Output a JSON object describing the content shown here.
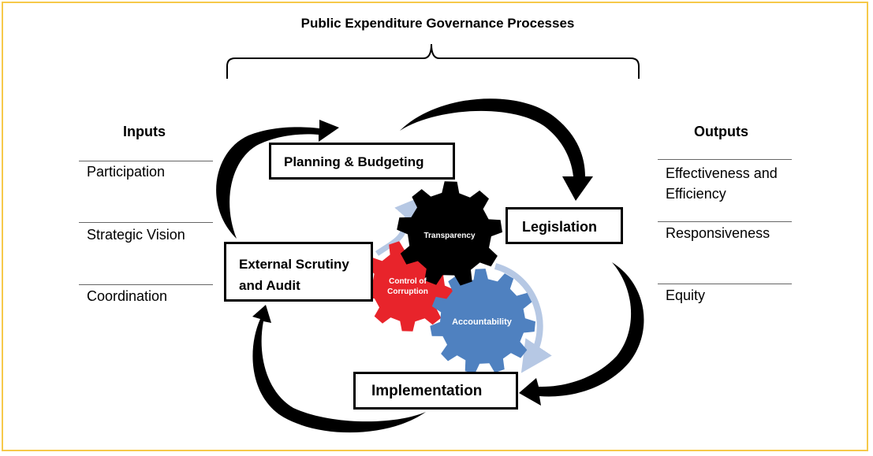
{
  "title": "Public Expenditure Governance Processes",
  "inputs": {
    "heading": "Inputs",
    "items": [
      "Participation",
      "Strategic Vision",
      "Coordination"
    ]
  },
  "outputs": {
    "heading": "Outputs",
    "items": [
      "Effectiveness and Efficiency",
      "Responsiveness",
      "Equity"
    ]
  },
  "processes": {
    "planning": "Planning & Budgeting",
    "legislation": "Legislation",
    "implementation": "Implementation",
    "audit_line1": "External Scrutiny",
    "audit_line2": "and Audit"
  },
  "gears": {
    "transparency": "Transparency",
    "corruption_line1": "Control of",
    "corruption_line2": "Corruption",
    "accountability": "Accountability"
  },
  "colors": {
    "frame": "#f6c94a",
    "transparency_gear": "#000000",
    "corruption_gear": "#e8242b",
    "accountability_gear": "#4f81c0",
    "rotation_arrow": "#b6c8e4"
  }
}
